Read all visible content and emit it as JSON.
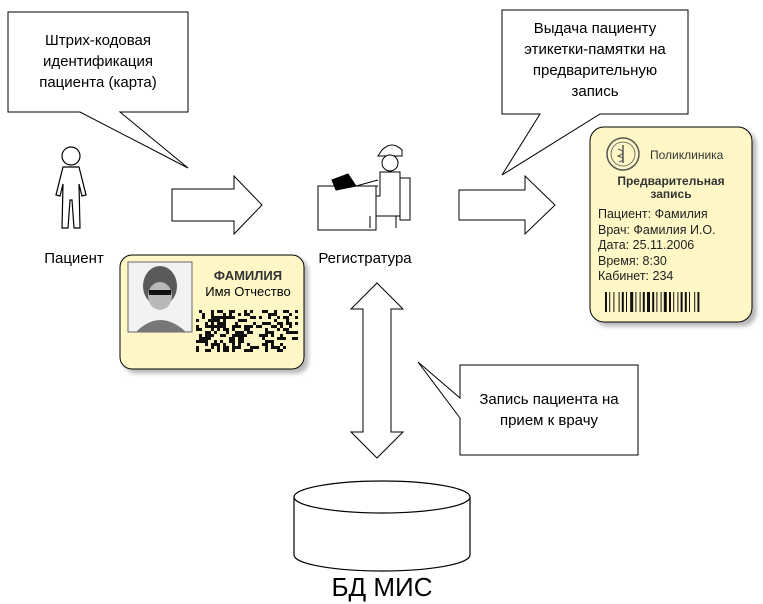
{
  "callouts": {
    "barcode_id": {
      "line1": "Штрих-кодовая",
      "line2": "идентификация",
      "line3": "пациента (карта)"
    },
    "label_issue": {
      "line1": "Выдача пациенту",
      "line2": "этикетки-памятки на",
      "line3": "предварительную",
      "line4": "запись"
    },
    "appointment": {
      "line1": "Запись пациента на",
      "line2": "прием к врачу"
    }
  },
  "actors": {
    "patient": "Пациент",
    "registry": "Регистратура"
  },
  "patient_card": {
    "surname": "ФАМИЛИЯ",
    "name": "Имя Отчество"
  },
  "appointment_ticket": {
    "clinic": "Поликлиника",
    "title_line1": "Предварительная",
    "title_line2": "запись",
    "patient": "Пациент: Фамилия",
    "doctor": "Врач: Фамилия И.О.",
    "date": "Дата: 25.11.2006",
    "time": "Время: 8:30",
    "room": "Кабинет: 234"
  },
  "database": {
    "label": "БД МИС"
  }
}
